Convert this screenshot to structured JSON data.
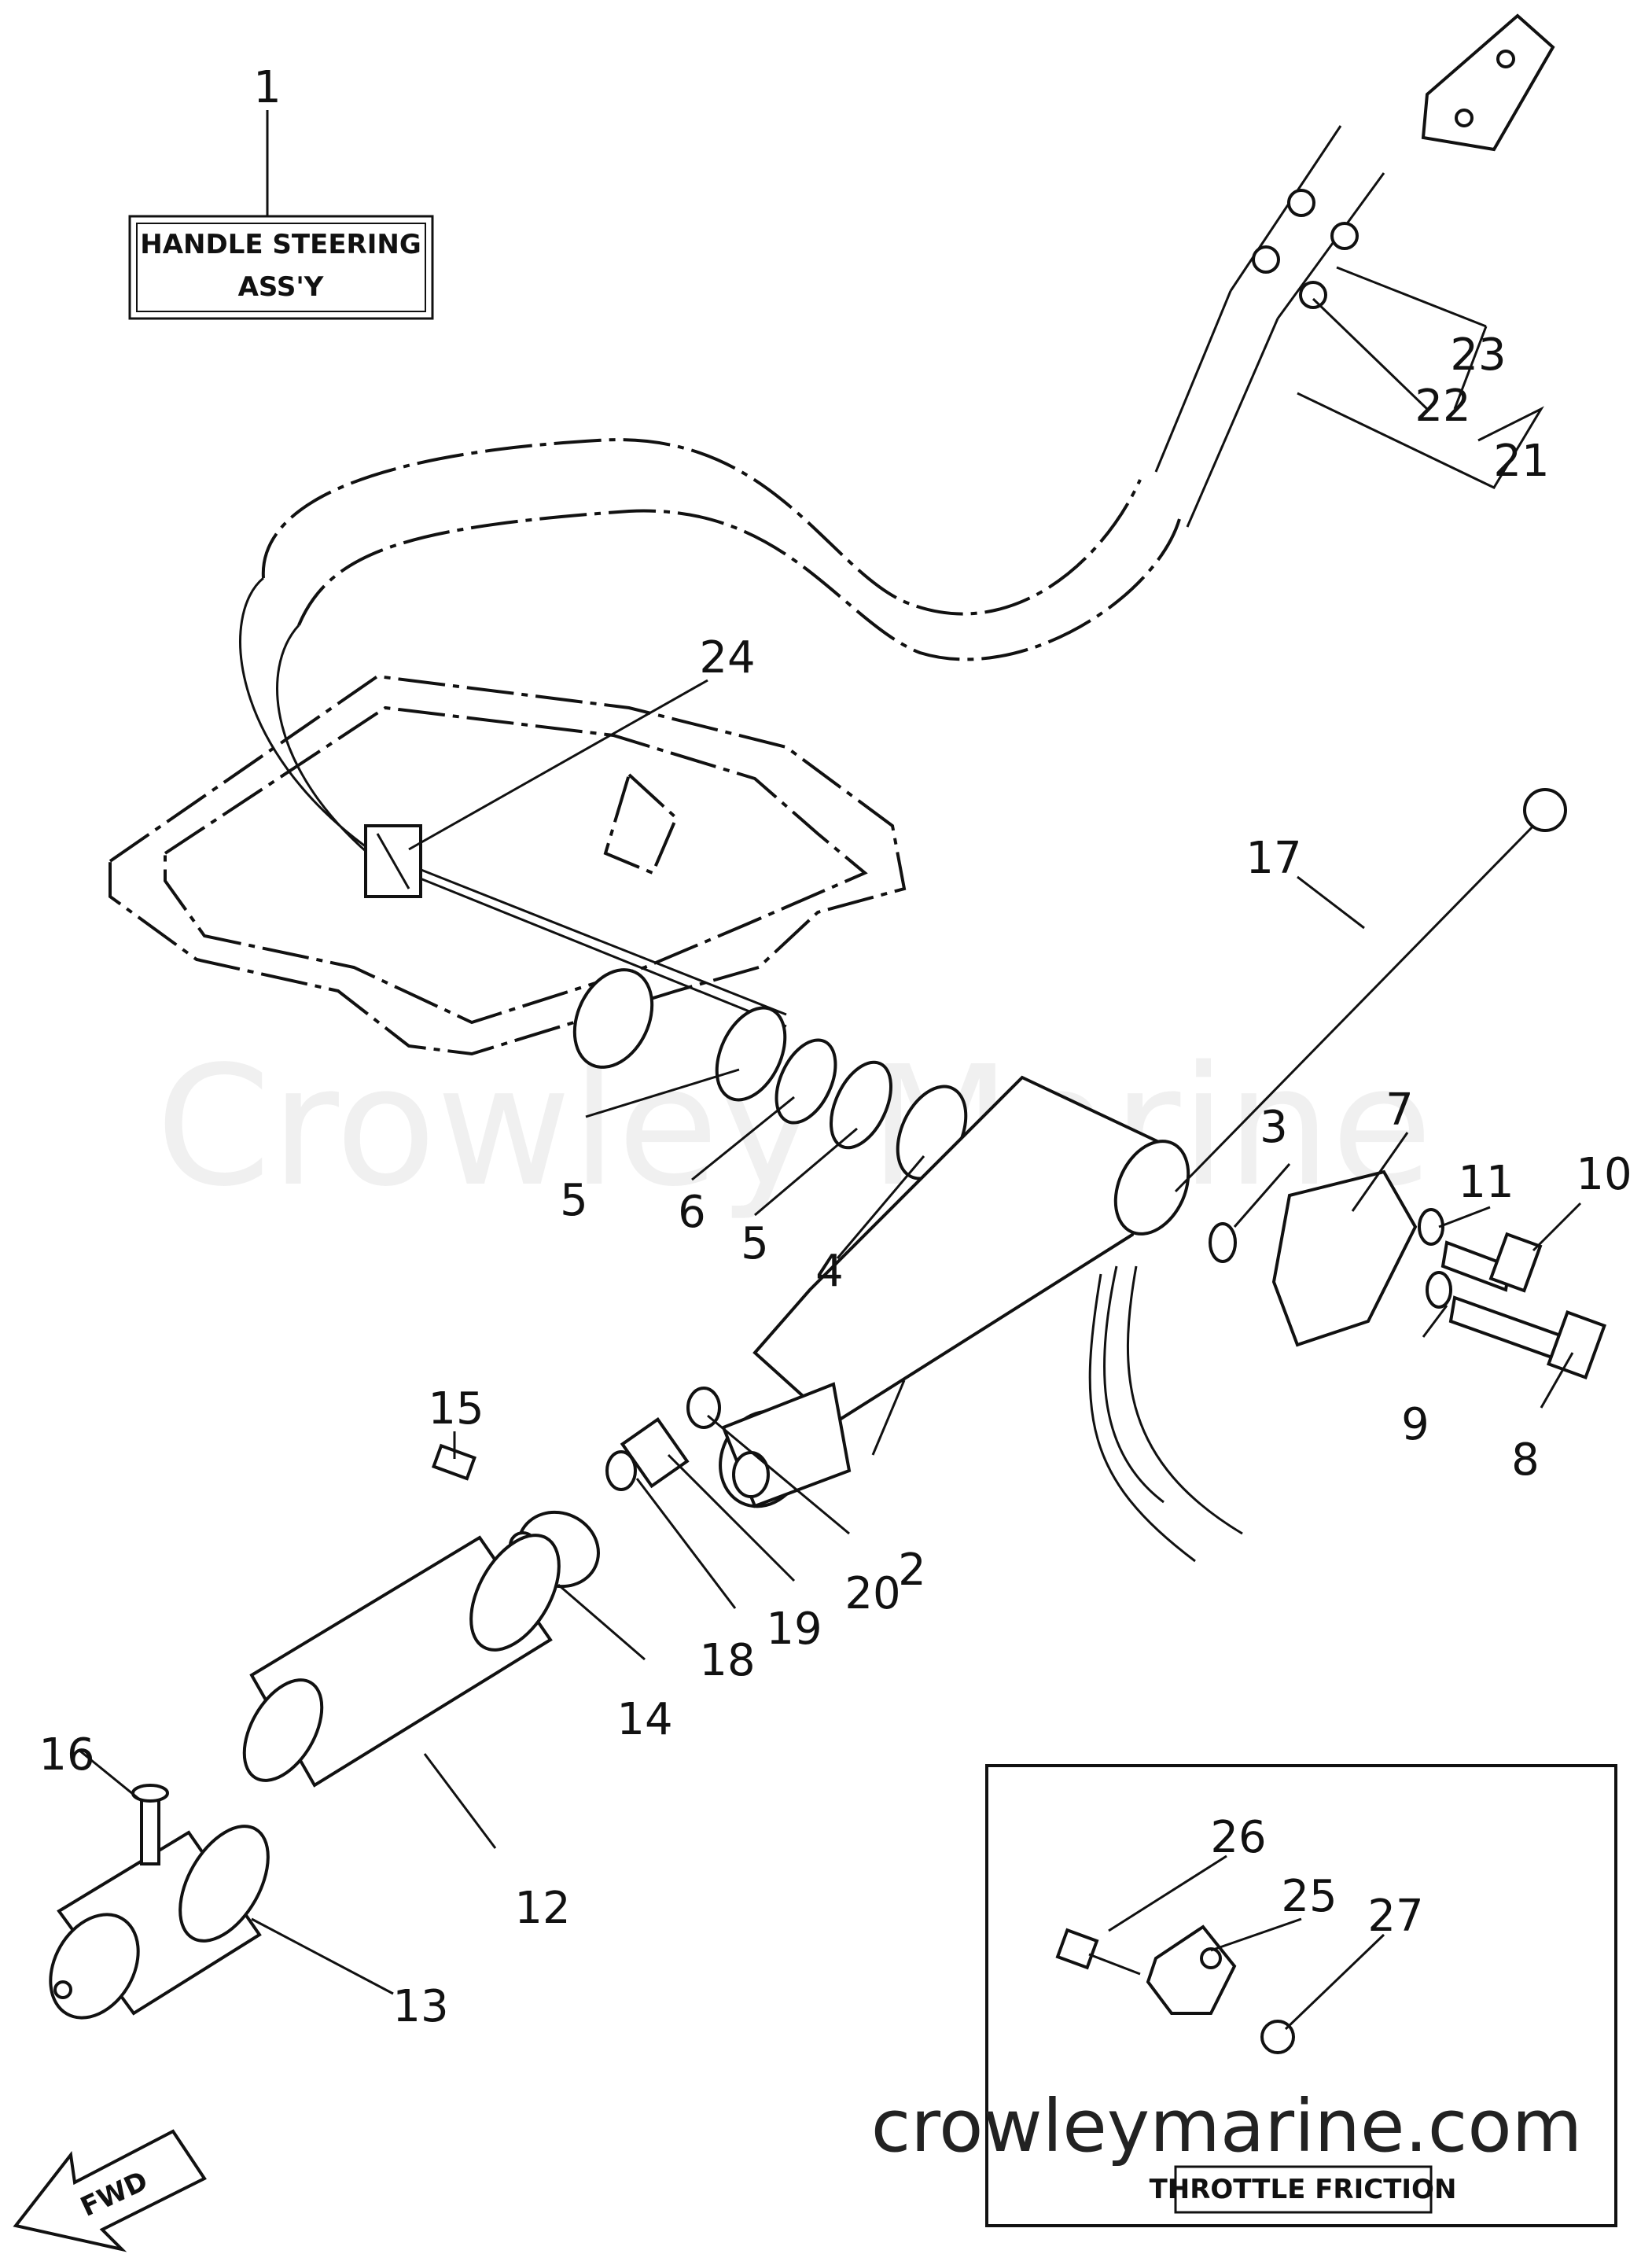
{
  "title_box": {
    "line1": "HANDLE STEERING",
    "line2": "ASS'Y"
  },
  "inset_caption": "THROTTLE FRICTION",
  "arrow_label": "FWD",
  "watermark": "Crowley Marine",
  "site_url": "crowleymarine.com",
  "callouts": [
    {
      "id": "1",
      "text": "1"
    },
    {
      "id": "2",
      "text": "2"
    },
    {
      "id": "3",
      "text": "3"
    },
    {
      "id": "4",
      "text": "4"
    },
    {
      "id": "5a",
      "text": "5"
    },
    {
      "id": "5b",
      "text": "5"
    },
    {
      "id": "6",
      "text": "6"
    },
    {
      "id": "7",
      "text": "7"
    },
    {
      "id": "8",
      "text": "8"
    },
    {
      "id": "9",
      "text": "9"
    },
    {
      "id": "10",
      "text": "10"
    },
    {
      "id": "11",
      "text": "11"
    },
    {
      "id": "12",
      "text": "12"
    },
    {
      "id": "13",
      "text": "13"
    },
    {
      "id": "14",
      "text": "14"
    },
    {
      "id": "15",
      "text": "15"
    },
    {
      "id": "16",
      "text": "16"
    },
    {
      "id": "17",
      "text": "17"
    },
    {
      "id": "18",
      "text": "18"
    },
    {
      "id": "19",
      "text": "19"
    },
    {
      "id": "20",
      "text": "20"
    },
    {
      "id": "21",
      "text": "21"
    },
    {
      "id": "22",
      "text": "22"
    },
    {
      "id": "23",
      "text": "23"
    },
    {
      "id": "24",
      "text": "24"
    },
    {
      "id": "25",
      "text": "25"
    },
    {
      "id": "26",
      "text": "26"
    },
    {
      "id": "27",
      "text": "27"
    }
  ]
}
